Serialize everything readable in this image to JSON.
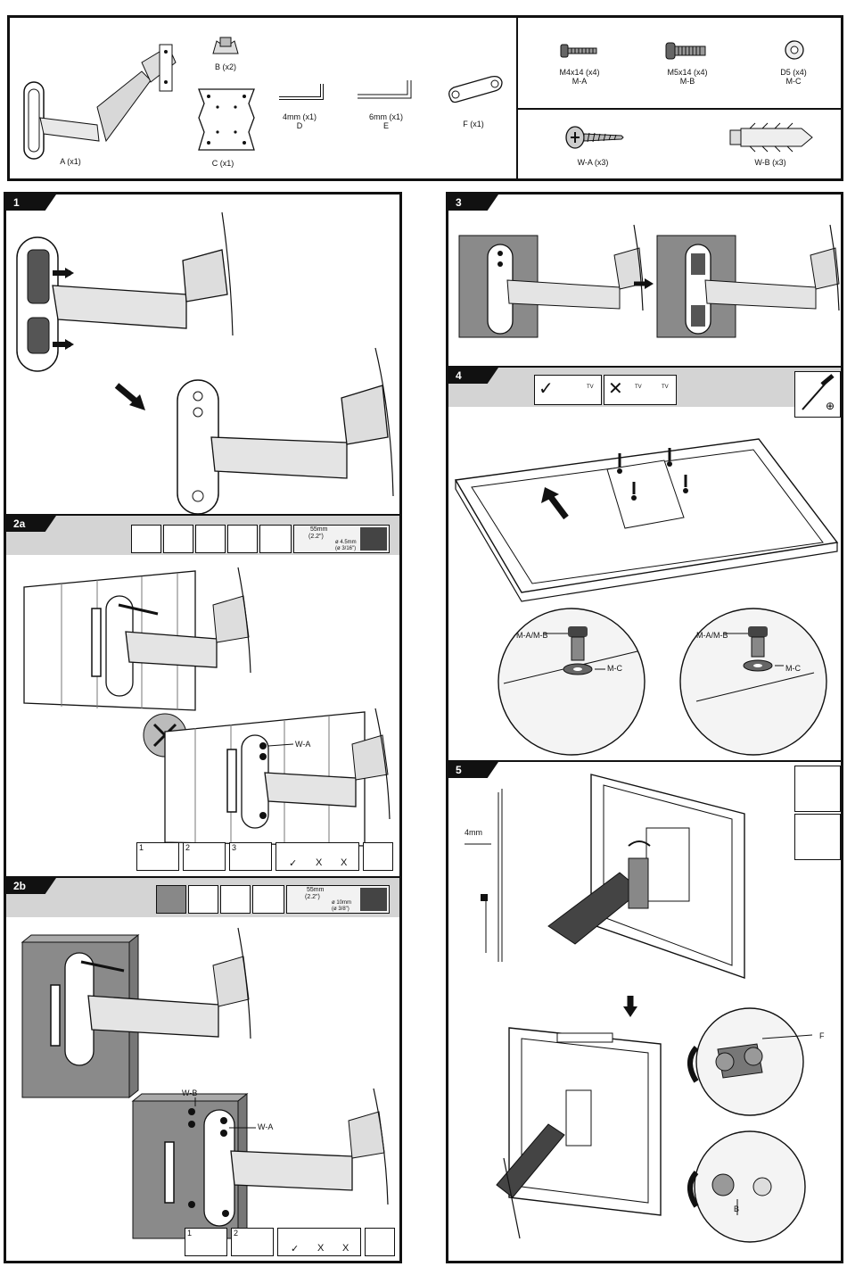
{
  "parts": {
    "a": "A (x1)",
    "b": "B (x2)",
    "c": "C (x1)",
    "d_size": "4mm (x1)",
    "d": "D",
    "e_size": "6mm (x1)",
    "e": "E",
    "f": "F (x1)",
    "ma_size": "M4x14 (x4)",
    "ma": "M-A",
    "mb_size": "M5x14 (x4)",
    "mb": "M-B",
    "mc_size": "D5 (x4)",
    "mc": "M-C",
    "wa": "W-A (x3)",
    "wb": "W-B (x3)"
  },
  "steps": {
    "s1": "1",
    "s2a": "2a",
    "s2b": "2b",
    "s3": "3",
    "s4": "4",
    "s5": "5"
  },
  "callouts": {
    "wa": "W-A",
    "wb": "W-B",
    "wa2": "W-A",
    "mamb1": "M-A/M-B",
    "mc1": "M-C",
    "mamb2": "M-A/M-B",
    "mc2": "M-C",
    "f": "F",
    "b": "B",
    "mm4": "4mm"
  },
  "drill": {
    "depth_2a": "55mm",
    "depth_2a_in": "(2.2\")",
    "bit_2a": "ø 4.5mm",
    "bit_2a_in": "(ø 3/16\")",
    "depth_2b": "55mm",
    "depth_2b_in": "(2.2\")",
    "bit_2b": "ø 10mm",
    "bit_2b_in": "(ø 3/8\")"
  },
  "marks": {
    "check": "✓",
    "cross1": "X",
    "cross2": "X",
    "check2": "✓",
    "cross3": "X",
    "cross4": "X",
    "seq1": "1",
    "seq2": "2",
    "seq3": "3",
    "seq4": "1",
    "seq5": "2",
    "tv1": "TV",
    "tv2": "TV",
    "tv3": "TV"
  },
  "colors": {
    "wall": "#8a8a8a",
    "band": "#d4d4d4",
    "ink": "#111111"
  }
}
